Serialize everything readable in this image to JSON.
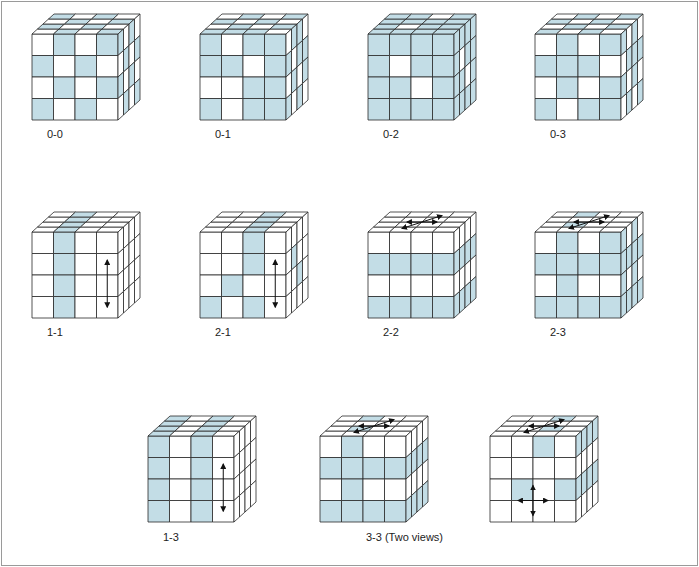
{
  "diagram": {
    "labels": [
      "0-0",
      "0-1",
      "0-2",
      "0-3",
      "1-1",
      "2-1",
      "2-2",
      "2-3",
      "1-3",
      "3-3 (Two views)"
    ]
  }
}
